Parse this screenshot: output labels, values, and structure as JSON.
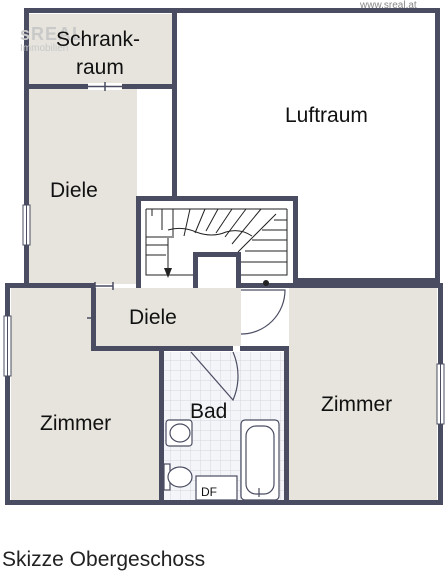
{
  "watermark": "www.sreal.at",
  "logo": {
    "brand": "sREAL",
    "sub": "Immobilien"
  },
  "rooms": {
    "schrankraum_line1": "Schrank-",
    "schrankraum_line2": "raum",
    "luftraum": "Luftraum",
    "diele_upper": "Diele",
    "diele_lower": "Diele",
    "zimmer_left": "Zimmer",
    "bad": "Bad",
    "zimmer_right": "Zimmer"
  },
  "fixtures": {
    "df": "DF"
  },
  "caption": "Skizze Obergeschoss",
  "colors": {
    "wall": "#4a4d62",
    "room_fill": "#e6e4dc",
    "tile": "#eef0f4"
  }
}
